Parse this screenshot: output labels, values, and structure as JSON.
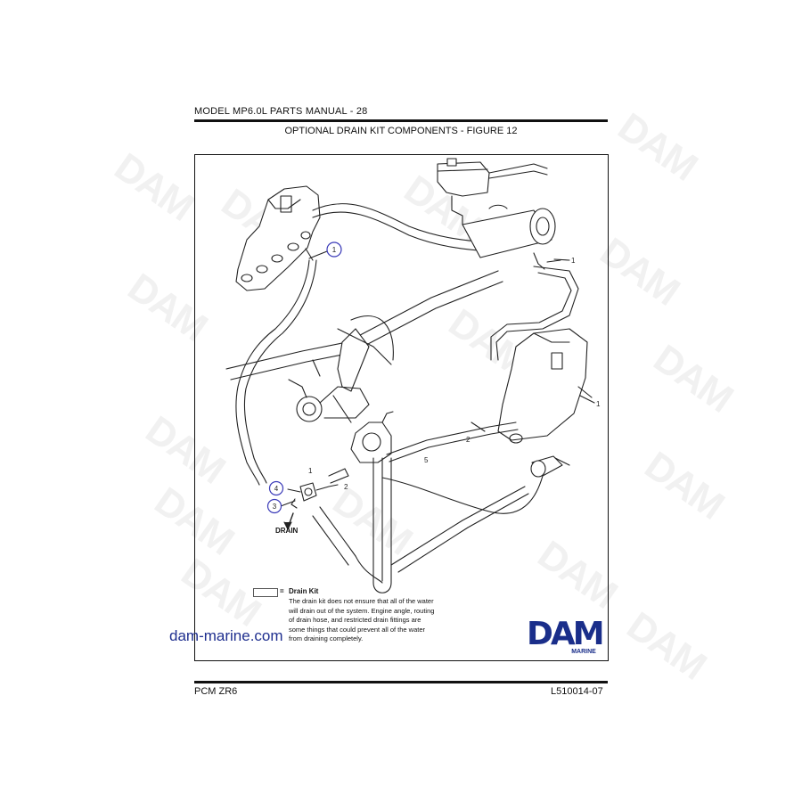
{
  "header": {
    "title": "MODEL MP6.0L PARTS MANUAL - 28",
    "figure_title": "OPTIONAL DRAIN KIT COMPONENTS - FIGURE 12"
  },
  "watermark_text": "DAM",
  "diagram": {
    "callouts": [
      "1",
      "4",
      "3"
    ],
    "part_labels": {
      "p1a": "1",
      "p1b": "1",
      "p1c": "1",
      "p2a": "2",
      "p2b": "2",
      "p5": "5"
    },
    "drain_label": "DRAIN"
  },
  "legend": {
    "equals": "=",
    "title": "Drain Kit",
    "note": "The drain kit does not ensure that all of the water will drain out of the system. Engine angle, routing of drain hose, and restricted drain fittings are some things that could prevent all of the water from draining completely."
  },
  "site": {
    "link": "dam-marine.com"
  },
  "brand": {
    "name": "DAM",
    "sub": "MARINE",
    "color": "#1a2e8a"
  },
  "footer": {
    "left": "PCM ZR6",
    "right": "L510014-07"
  }
}
